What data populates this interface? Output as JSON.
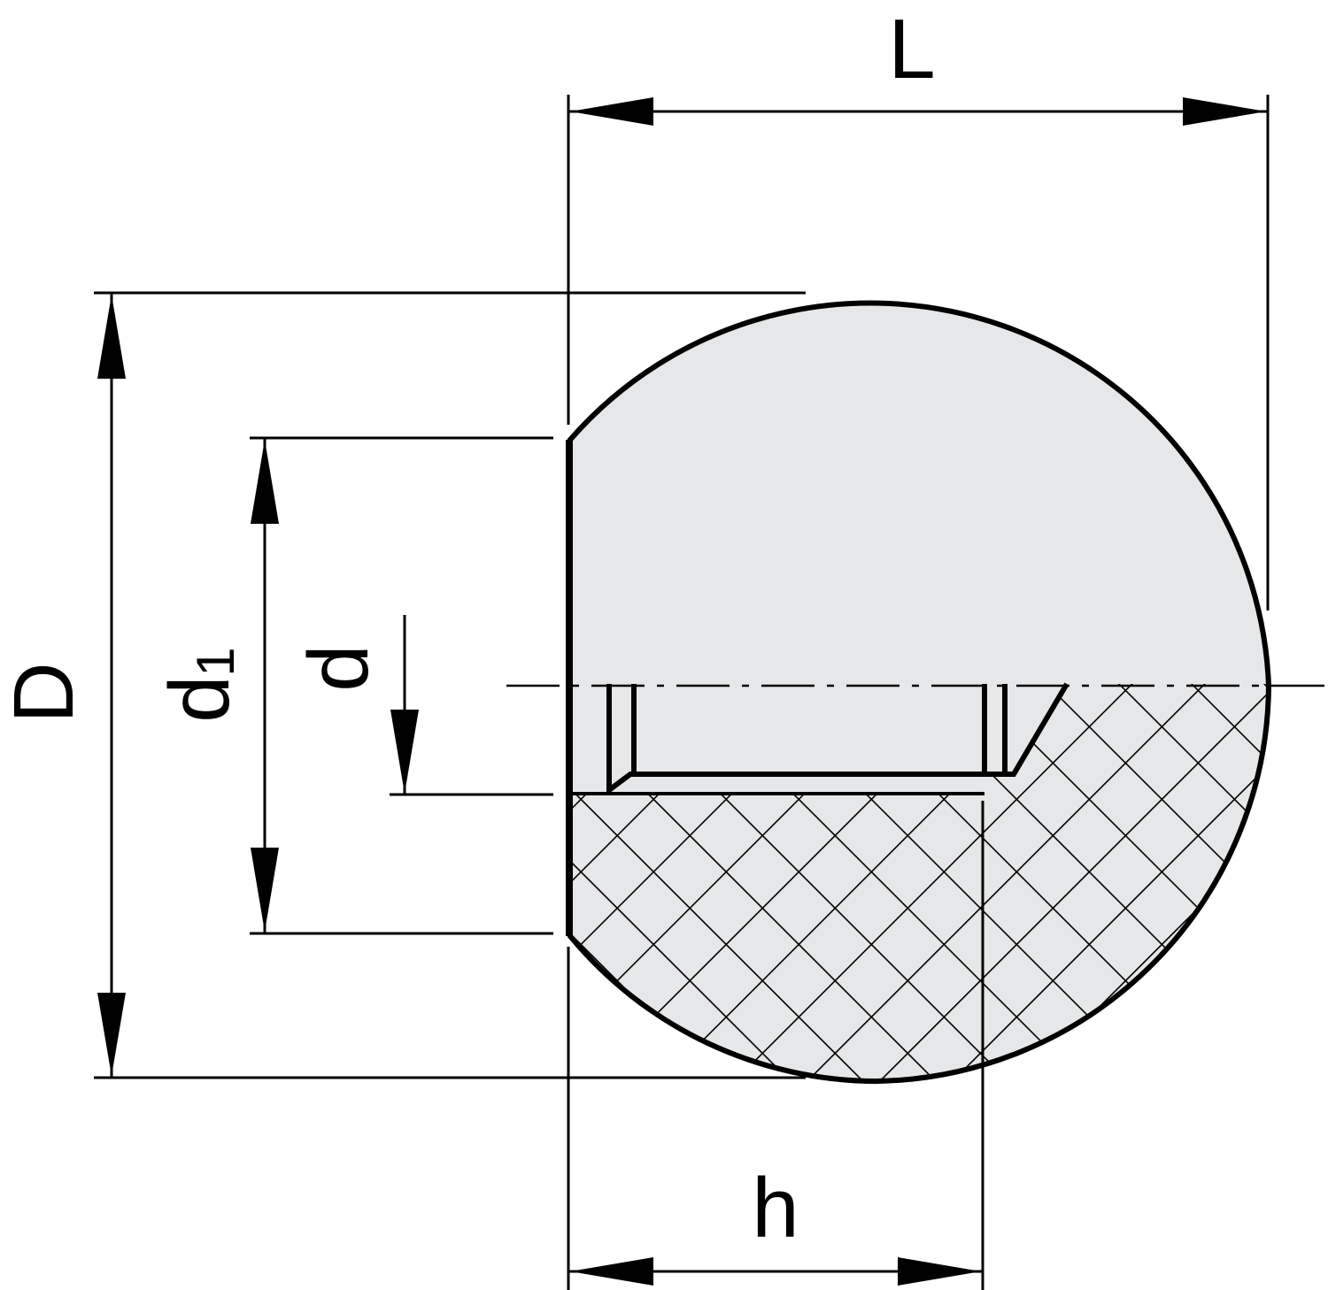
{
  "labels": {
    "L": "L",
    "D": "D",
    "d1_main": "d",
    "d1_sub": "1",
    "d": "d",
    "h": "h"
  },
  "colors": {
    "line": "#000000",
    "fill": "#e6e7e8",
    "background": "#ffffff"
  }
}
